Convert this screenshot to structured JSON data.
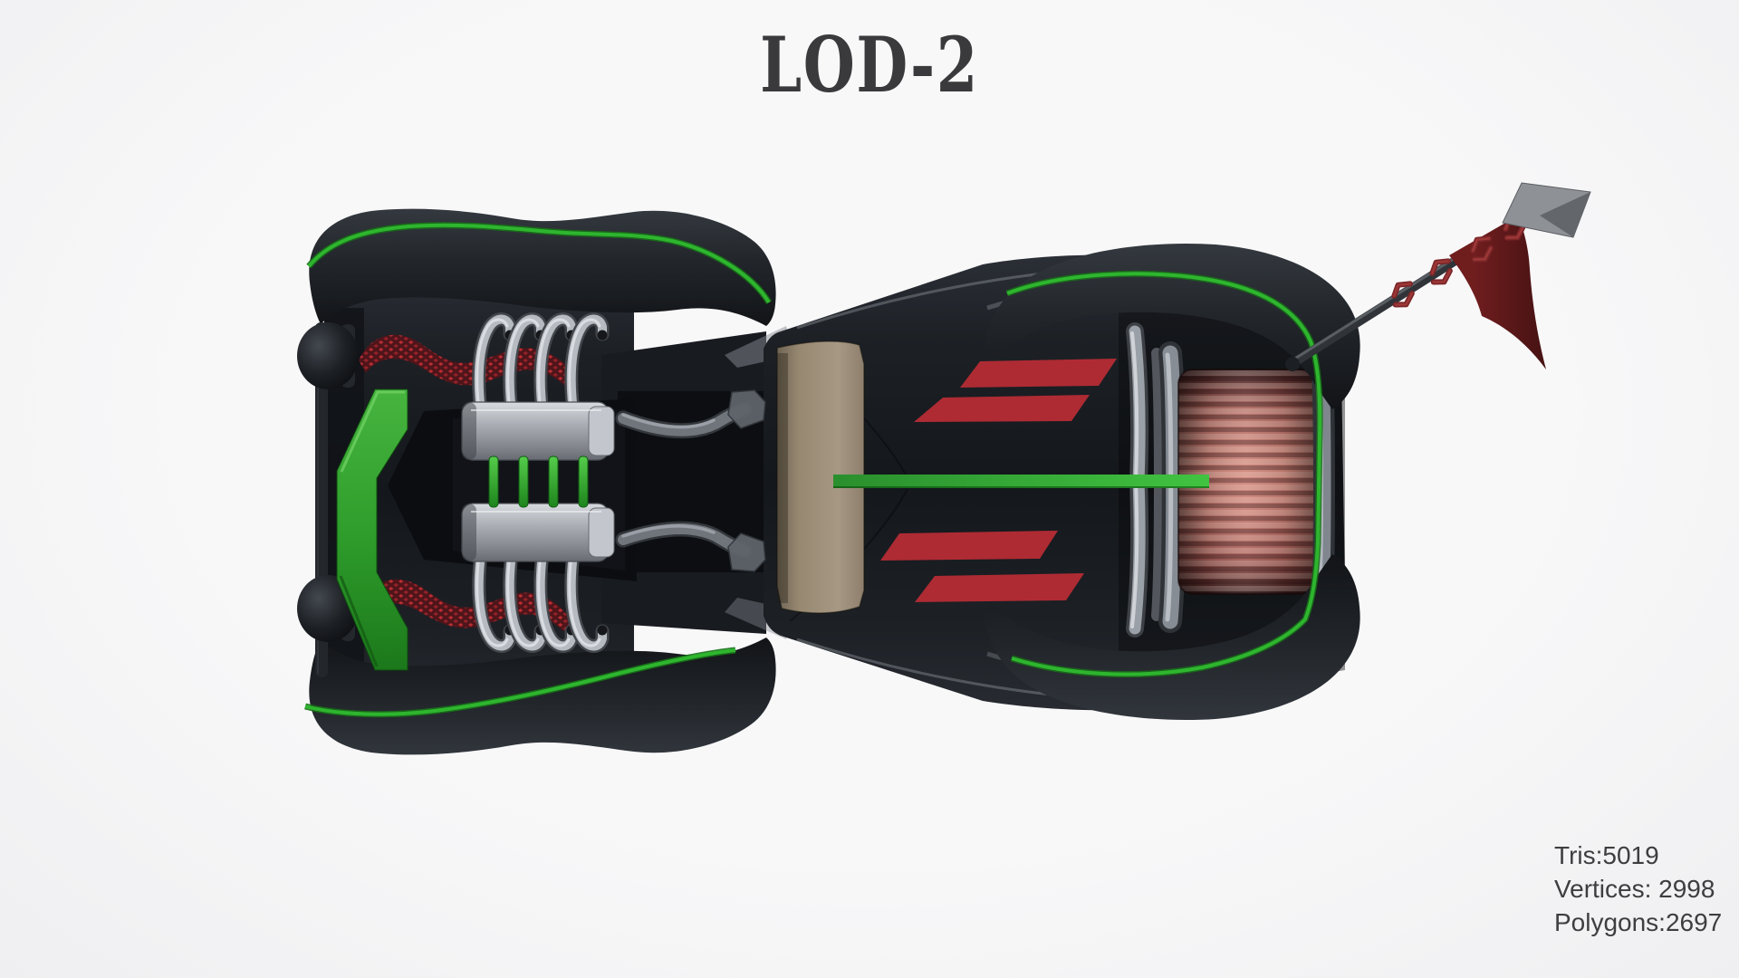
{
  "title": "LOD-2",
  "stats": {
    "tris": "Tris:5019",
    "vertices": "Vertices: 2998",
    "polygons": "Polygons:2697"
  },
  "colors": {
    "accent-green": "#2fb52f",
    "accent-green-dark": "#177017",
    "stripe-red": "#ae2b33",
    "flag-red": "#701d1e",
    "chain-red": "#7c2628",
    "body-black": "#16191d",
    "engine-gray": "#b6bbc2",
    "radiator-pink": "#cc8276",
    "seat-tan": "#a09078",
    "text-dark": "#3a3a3c",
    "background": "#f6f6f7"
  }
}
